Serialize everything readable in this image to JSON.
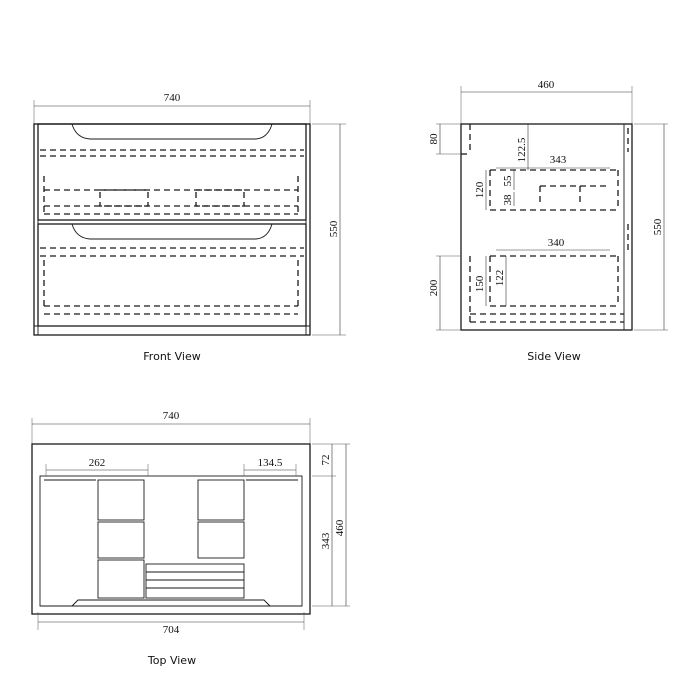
{
  "views": {
    "front": {
      "caption": "Front View",
      "width_label": "740",
      "height_label": "550"
    },
    "side": {
      "caption": "Side View",
      "depth_label": "460",
      "height_label": "550",
      "top_gap_label": "80",
      "drawer_top_label": "122.5",
      "top_drawer_depth_label": "343",
      "top_drawer_height_label": "120",
      "top_inner_label": "55",
      "top_small_label": "38",
      "bottom_drawer_depth_label": "340",
      "bottom_drawer_height_label": "150",
      "bottom_inner_label": "122",
      "base_label": "200"
    },
    "top": {
      "caption": "Top View",
      "width_label": "740",
      "inner_width_label": "704",
      "left_drawer_label": "262",
      "right_offset_label": "134.5",
      "back_gap_label": "72",
      "drawer_depth_label": "343",
      "depth_label": "460"
    }
  }
}
